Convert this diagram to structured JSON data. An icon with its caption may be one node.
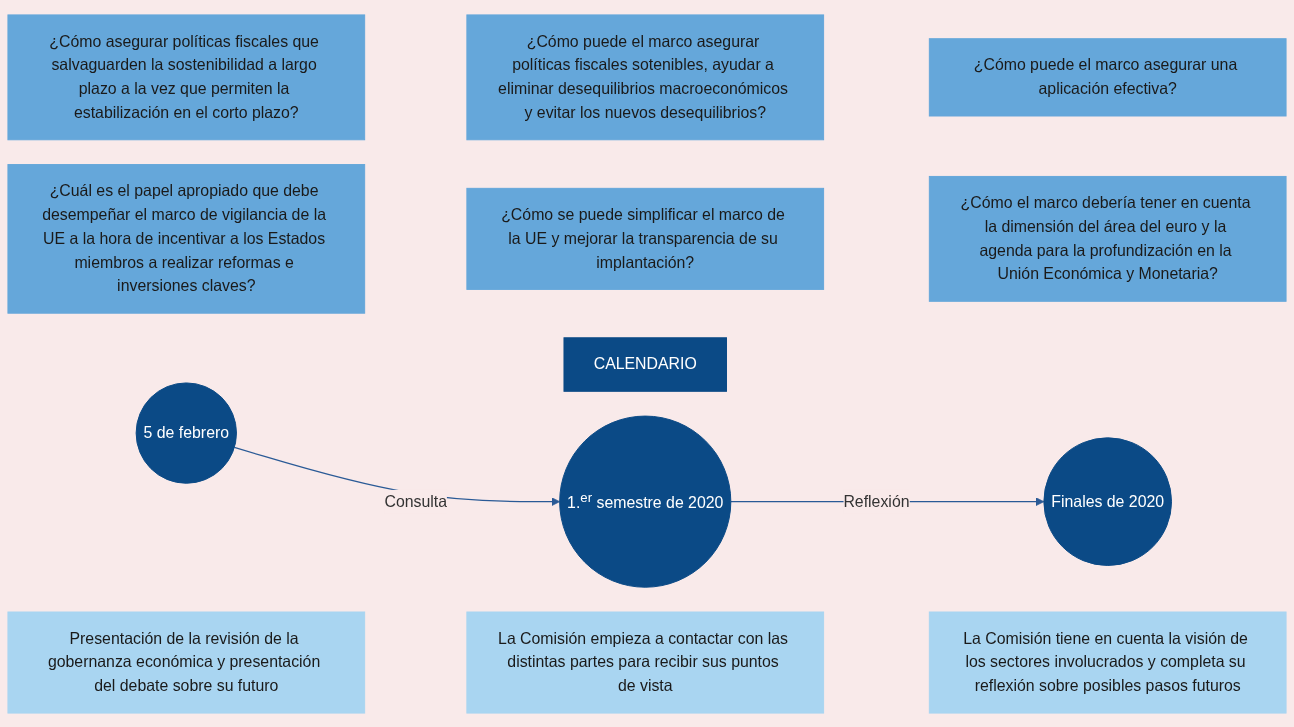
{
  "diagram": {
    "nodes": [
      {
        "text": [
          "¿Cómo asegurar políticas fiscales que salvaguarden la sostenibilidad a largo plazo a la vez que permiten la estabilización en el corto plazo?"
        ]
      },
      {
        "text": [
          "¿Cómo puede el marco asegurar políticas fiscales sotenibles, ayudar a eliminar desequilibrios macroeconómicos y evitar los nuevos desequilibrios?"
        ]
      },
      {
        "text": [
          "¿Cómo puede el marco asegurar una aplicación efectiva?"
        ]
      },
      {
        "text": [
          "¿Cuál es el papel apropiado que debe desempeñar el marco de vigilancia de la UE a la hora de incentivar a los Estados miembros a realizar reformas e inversiones claves?"
        ]
      },
      {
        "text": [
          "¿Cómo se puede simplificar el marco de la UE y mejorar la transparencia de su implantación?"
        ]
      },
      {
        "text": [
          "¿Cómo el marco debería tener en cuenta la dimensión del área del euro y la agenda para la profundización en la Unión Económica y Monetaria?"
        ]
      },
      {
        "text": [
          "CALENDARIO"
        ]
      },
      {
        "text": [
          "5 de febrero"
        ]
      },
      {
        "text": [
          "1.$^{er}$ semestre de 2020"
        ]
      },
      {
        "text": [
          "Finales de 2020"
        ]
      },
      {
        "text": [
          "Presentación de la revisión de la gobernanza económica y presentación del debate sobre su futuro"
        ]
      },
      {
        "text": [
          "La Comisión empieza a contactar con las distintas partes para recibir sus puntos de vista"
        ]
      },
      {
        "text": [
          "La Comisión tiene en cuenta la visión de los sectores involucrados y completa su reflexión sobre posibles pasos futuros"
        ]
      }
    ],
    "edges": [
      {
        "from": 7,
        "to": 8,
        "arrow": "to",
        "label": "Consulta"
      },
      {
        "from": 8,
        "to": 9,
        "arrow": "to",
        "label": "Reflexión"
      }
    ]
  }
}
